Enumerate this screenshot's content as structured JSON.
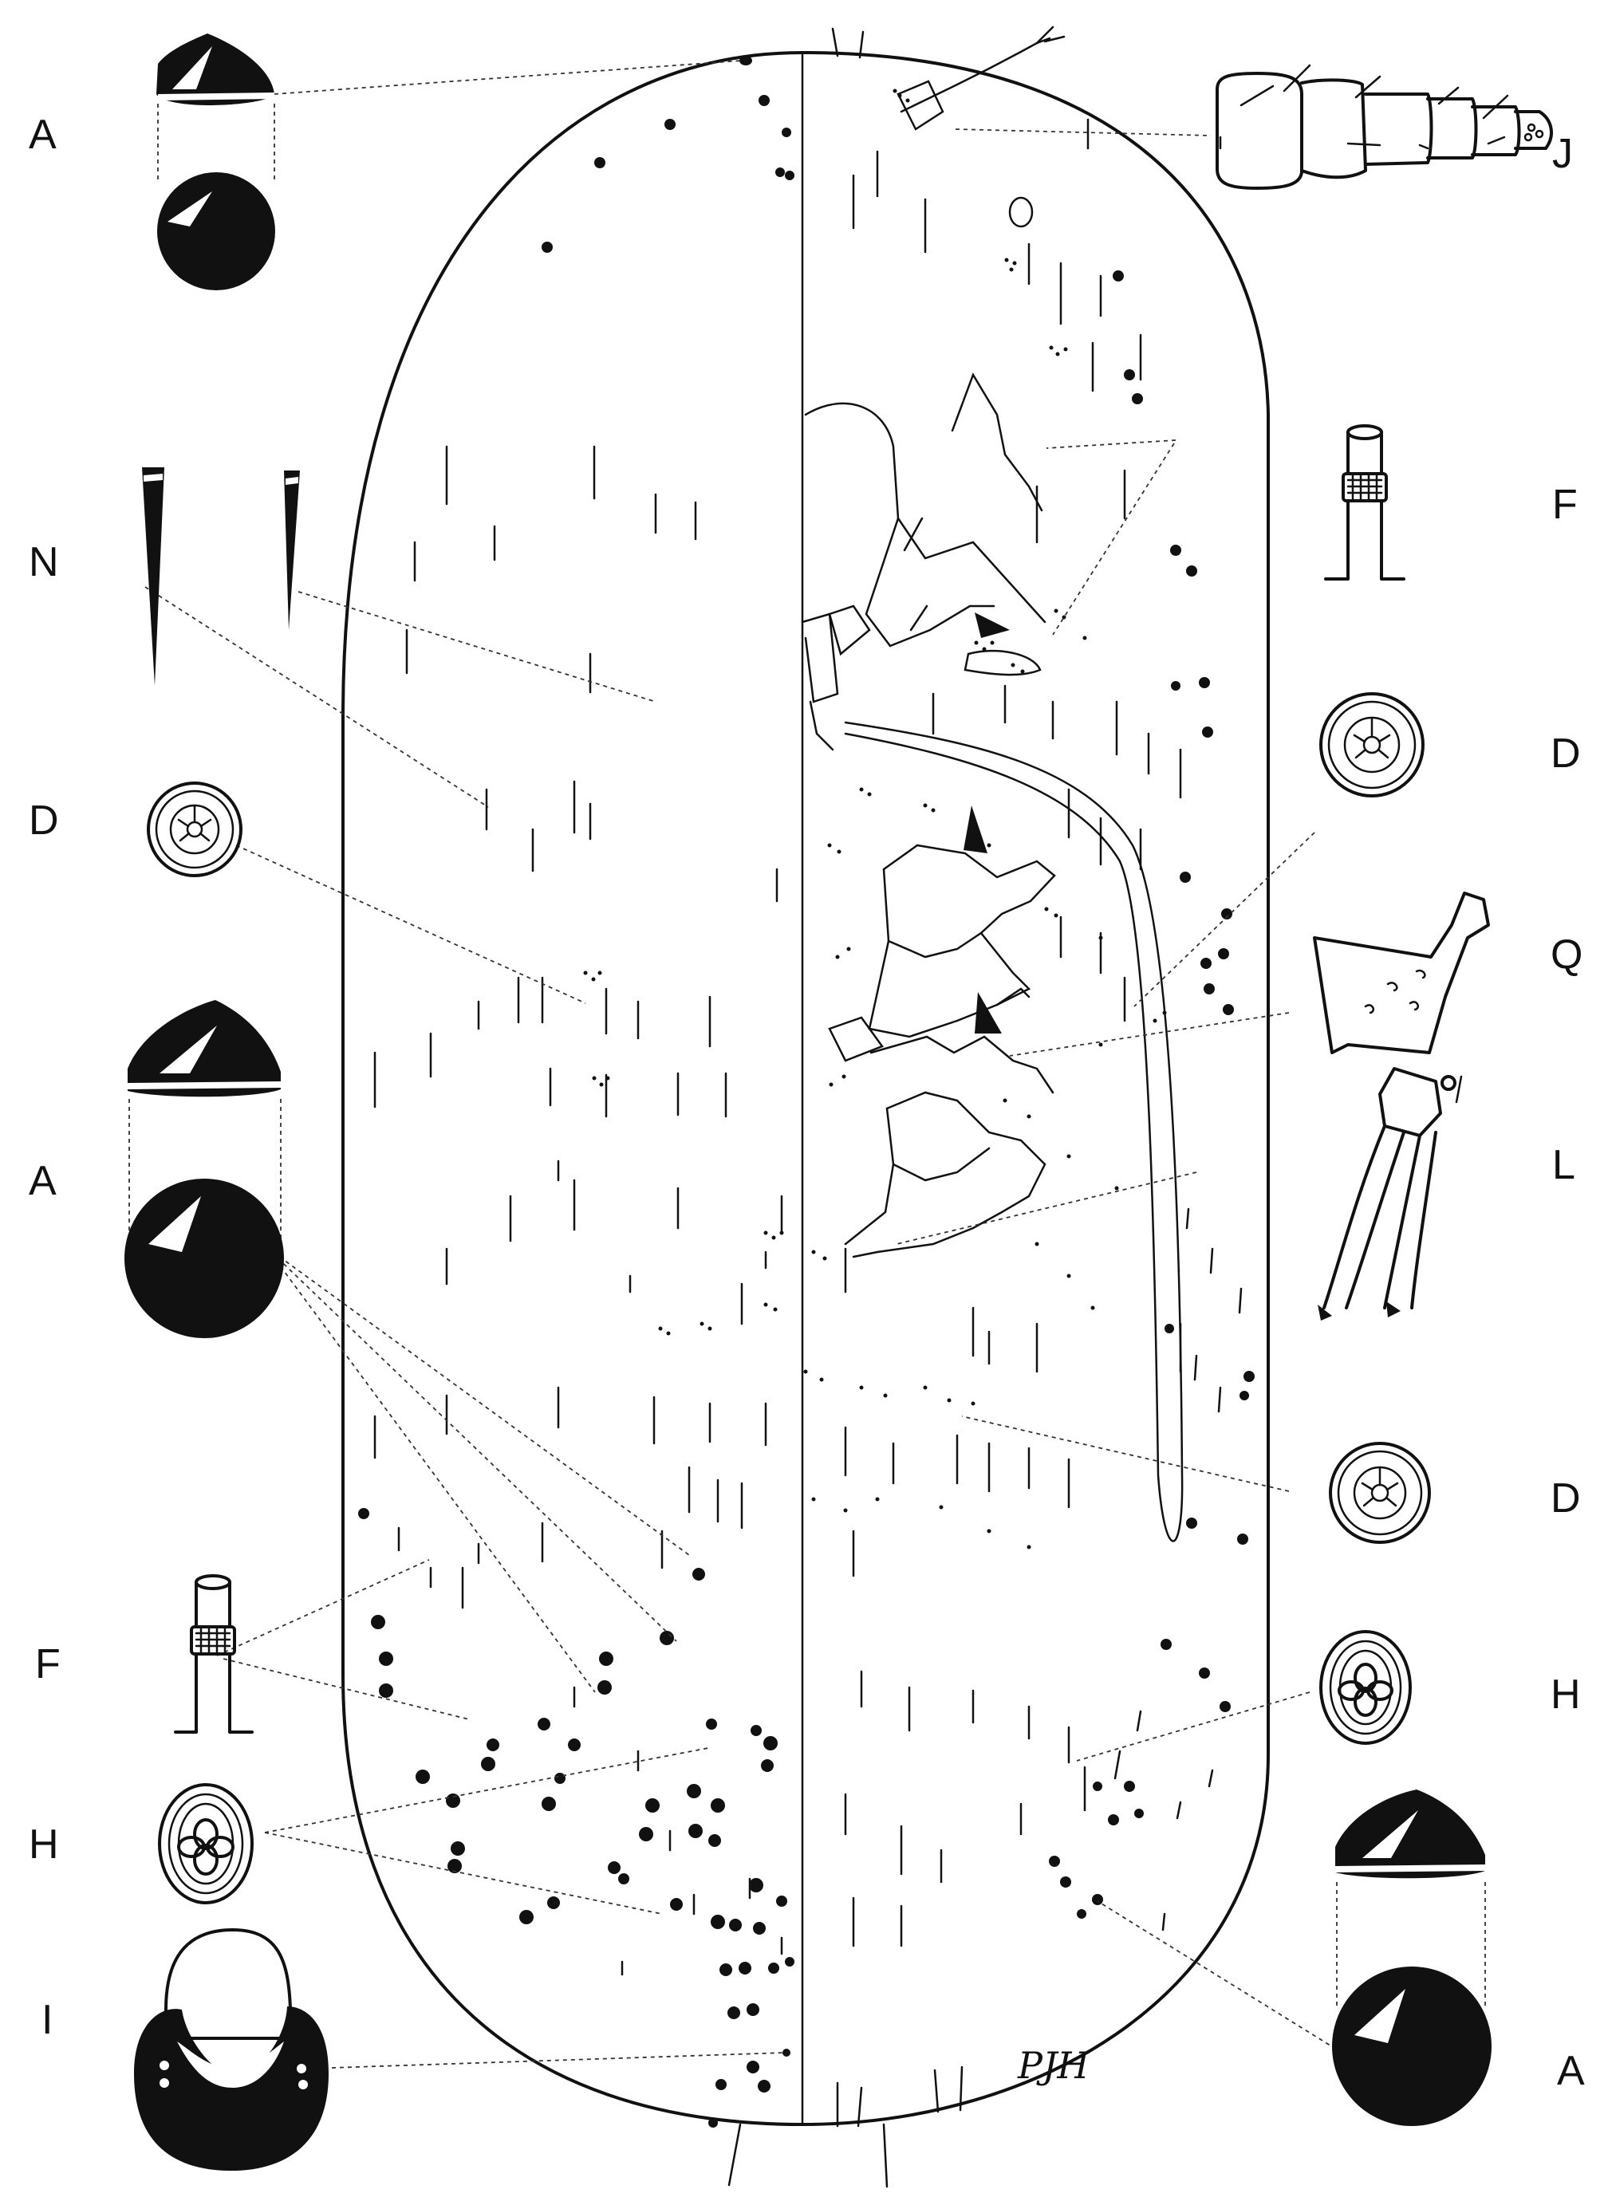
{
  "panel_labels": [
    {
      "id": "A",
      "text": "A"
    },
    {
      "id": "N",
      "text": "N"
    },
    {
      "id": "D",
      "text": "D"
    },
    {
      "id": "A2",
      "text": "A"
    },
    {
      "id": "F",
      "text": "F"
    },
    {
      "id": "H",
      "text": "H"
    },
    {
      "id": "I",
      "text": "I"
    },
    {
      "id": "J",
      "text": "J"
    },
    {
      "id": "F2",
      "text": "F"
    },
    {
      "id": "D2",
      "text": "D"
    },
    {
      "id": "Q",
      "text": "Q"
    },
    {
      "id": "L",
      "text": "L"
    },
    {
      "id": "D3",
      "text": "D"
    },
    {
      "id": "H2",
      "text": "H"
    },
    {
      "id": "A3",
      "text": "A"
    }
  ],
  "signature": "PJH"
}
